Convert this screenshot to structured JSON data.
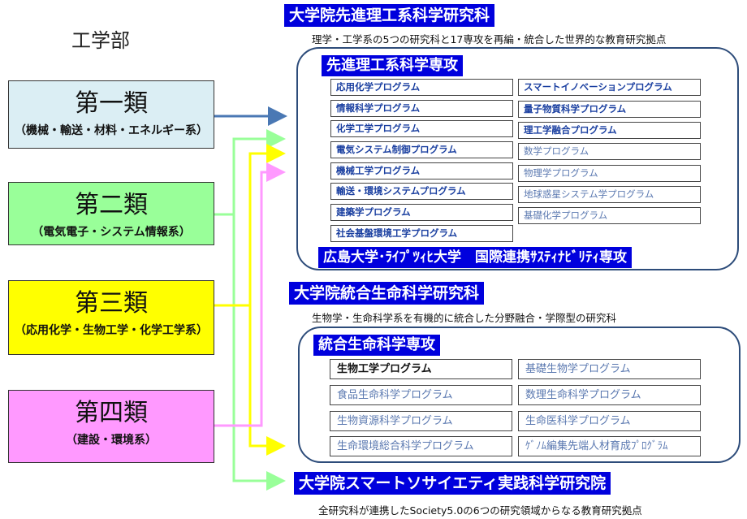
{
  "faculty": {
    "title": "工学部"
  },
  "categories": [
    {
      "name": "第一類",
      "sub": "（機械・輸送・材料・エネルギー系）",
      "color": "#dbeef4"
    },
    {
      "name": "第二類",
      "sub": "（電気電子・システム情報系）",
      "color": "#99ff99"
    },
    {
      "name": "第三類",
      "sub": "（応用化学・生物工学・化学工学系）",
      "color": "#ffff00"
    },
    {
      "name": "第四類",
      "sub": "（建設・環境系）",
      "color": "#ff99ff"
    }
  ],
  "graduate_schools": [
    {
      "name": "大学院先進理工系科学研究科",
      "desc": "理学・工学系の5つの研究科と17専攻を再編・統合した世界的な教育研究拠点",
      "major": "先進理工系科学専攻",
      "programs_left": [
        "応用化学プログラム",
        "情報科学プログラム",
        "化学工学プログラム",
        "電気システム制御プログラム",
        "機械工学プログラム",
        "輸送・環境システムプログラム",
        "建築学プログラム",
        "社会基盤環境工学プログラム"
      ],
      "programs_right": [
        "スマートイノベーションプログラム",
        "量子物質科学プログラム",
        "理工学融合プログラム",
        "数学プログラム",
        "物理学プログラム",
        "地球惑星システム学プログラム",
        "基礎化学プログラム"
      ],
      "joint_major": "広島大学･ﾗｲﾌﾟﾂｨﾋ大学　国際連携ｻｽﾃｨﾅﾋﾞﾘﾃｨ専攻"
    },
    {
      "name": "大学院統合生命科学研究科",
      "desc": "生物学・生命科学系を有機的に統合した分野融合・学際型の研究科",
      "major": "統合生命科学専攻",
      "programs_left": [
        "生物工学プログラム",
        "食品生命科学プログラム",
        "生物資源科学プログラム",
        "生命環境総合科学プログラム"
      ],
      "programs_right": [
        "基礎生物学プログラム",
        "数理生命科学プログラム",
        "生命医科学プログラム",
        "ｹﾞﾉﾑ編集先端人材育成ﾌﾟﾛｸﾞﾗﾑ"
      ]
    },
    {
      "name": "大学院スマートソサイエティ実践科学研究院",
      "desc": "全研究科が連携したSociety5.0の6つの研究領域からなる教育研究拠点"
    }
  ],
  "colors": {
    "heading_bg": "#0000dd",
    "panel_border": "#2d4c7a",
    "arrow_blue": "#4a78b4",
    "arrow_green": "#99ff99",
    "arrow_yellow": "#ffff00",
    "arrow_pink": "#ff99ff"
  }
}
